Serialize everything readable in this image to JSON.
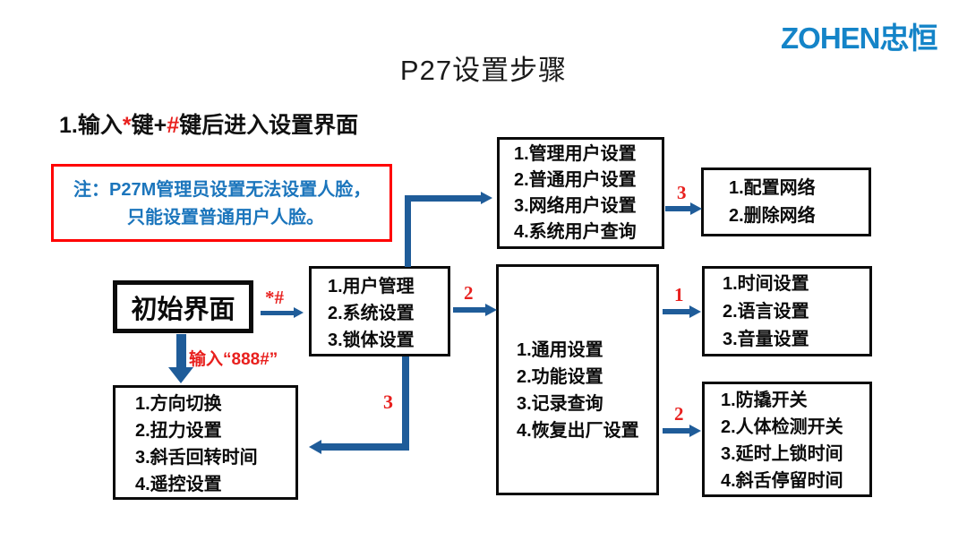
{
  "logo": {
    "text": "ZOHEN忠恒",
    "color": "#1484C8"
  },
  "title": "P27设置步骤",
  "instruction": {
    "prefix": "1.输入",
    "star": "*",
    "mid": "键+",
    "hash": "#",
    "suffix": "键后进入设置界面"
  },
  "note": {
    "line1": "注：P27M管理员设置无法设置人脸，",
    "line2": "只能设置普通用户人脸。",
    "text_color": "#1B75BC",
    "border_color": "#FF0000"
  },
  "nodes": {
    "initial": {
      "label": "初始界面"
    },
    "main_menu": {
      "items": [
        "1.用户管理",
        "2.系统设置",
        "3.锁体设置"
      ]
    },
    "user_settings": {
      "items": [
        "1.管理用户设置",
        "2.普通用户设置",
        "3.网络用户设置",
        "4.系统用户查询"
      ]
    },
    "network": {
      "items": [
        "1.配置网络",
        "2.删除网络"
      ]
    },
    "general": {
      "items": [
        "1.通用设置",
        "2.功能设置",
        "3.记录查询",
        "4.恢复出厂设置"
      ]
    },
    "time": {
      "items": [
        "1.时间设置",
        "2.语言设置",
        "3.音量设置"
      ]
    },
    "lock_body": {
      "items": [
        "1.防撬开关",
        "2.人体检测开关",
        "3.延时上锁时间",
        "4.斜舌停留时间"
      ]
    },
    "direction": {
      "items": [
        "1.方向切换",
        "2.扭力设置",
        "3.斜舌回转时间",
        "4.遥控设置"
      ]
    }
  },
  "edge_labels": {
    "star_hash": "*#",
    "input_888": "输入“888#”",
    "to_network": "3",
    "to_general": "2",
    "to_time": "1",
    "to_lock_body": "2",
    "to_direction": "3"
  },
  "colors": {
    "arrow_blue": "#1F5C99",
    "label_red": "#E8201E",
    "logo_blue": "#1484C8",
    "note_blue": "#1B75BC",
    "box_border": "#0b0b0b"
  }
}
